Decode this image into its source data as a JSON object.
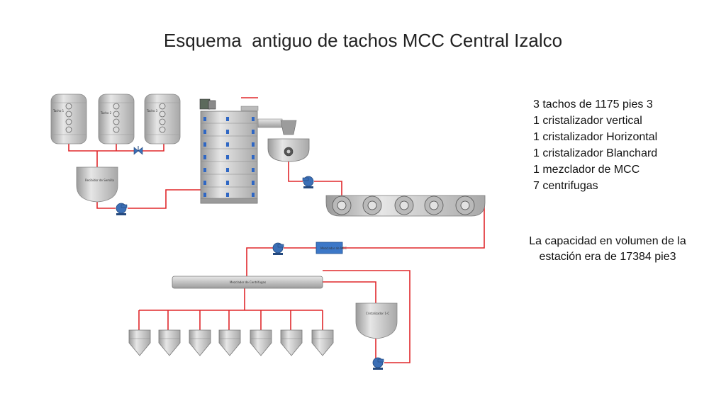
{
  "title": "Esquema  antiguo de tachos MCC Central Izalco",
  "specs": [
    "3 tachos de 1175 pies 3",
    "1 cristalizador vertical",
    "1 cristalizador Horizontal",
    "1 cristalizador Blanchard",
    "1 mezclador de MCC",
    "7 centrifugas"
  ],
  "capacity": "La capacidad en volumen de la estación era de 17384 pie3",
  "labels": {
    "tacho1": "Tacho 1",
    "tacho2": "Tacho 2",
    "tacho3": "Tacho 3",
    "recibidor": "Recibidor de Semilla",
    "mezclador": "Mezclador de MCC",
    "mezclador_centrifugas": "Mezclador de Centrifugas",
    "cristalizador": "Cristalizador 1-C"
  },
  "colors": {
    "pipe": "#e0282c",
    "vessel": "#c8c8c8",
    "pump": "#3b6fb6",
    "mixer_box": "#3c78c8"
  }
}
